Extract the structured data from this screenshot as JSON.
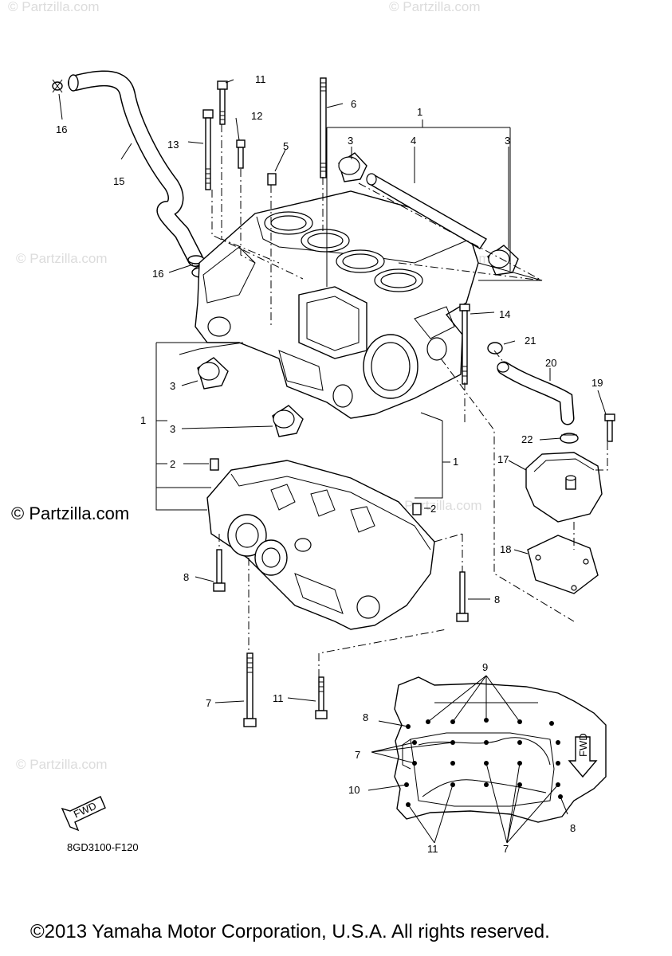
{
  "watermarks": {
    "small": "© Partzilla.com",
    "large": "© Partzilla.com"
  },
  "callouts": {
    "n1": "1",
    "n2": "2",
    "n3": "3",
    "n4": "4",
    "n5": "5",
    "n6": "6",
    "n7": "7",
    "n8": "8",
    "n9": "9",
    "n10": "10",
    "n11": "11",
    "n12": "12",
    "n13": "13",
    "n14": "14",
    "n15": "15",
    "n16": "16",
    "n17": "17",
    "n18": "18",
    "n19": "19",
    "n20": "20",
    "n21": "21",
    "n22": "22"
  },
  "fwd_label": "FWD",
  "diagram_code": "8GD3100-F120",
  "copyright": "©2013 Yamaha Motor Corporation, U.S.A. All rights reserved."
}
